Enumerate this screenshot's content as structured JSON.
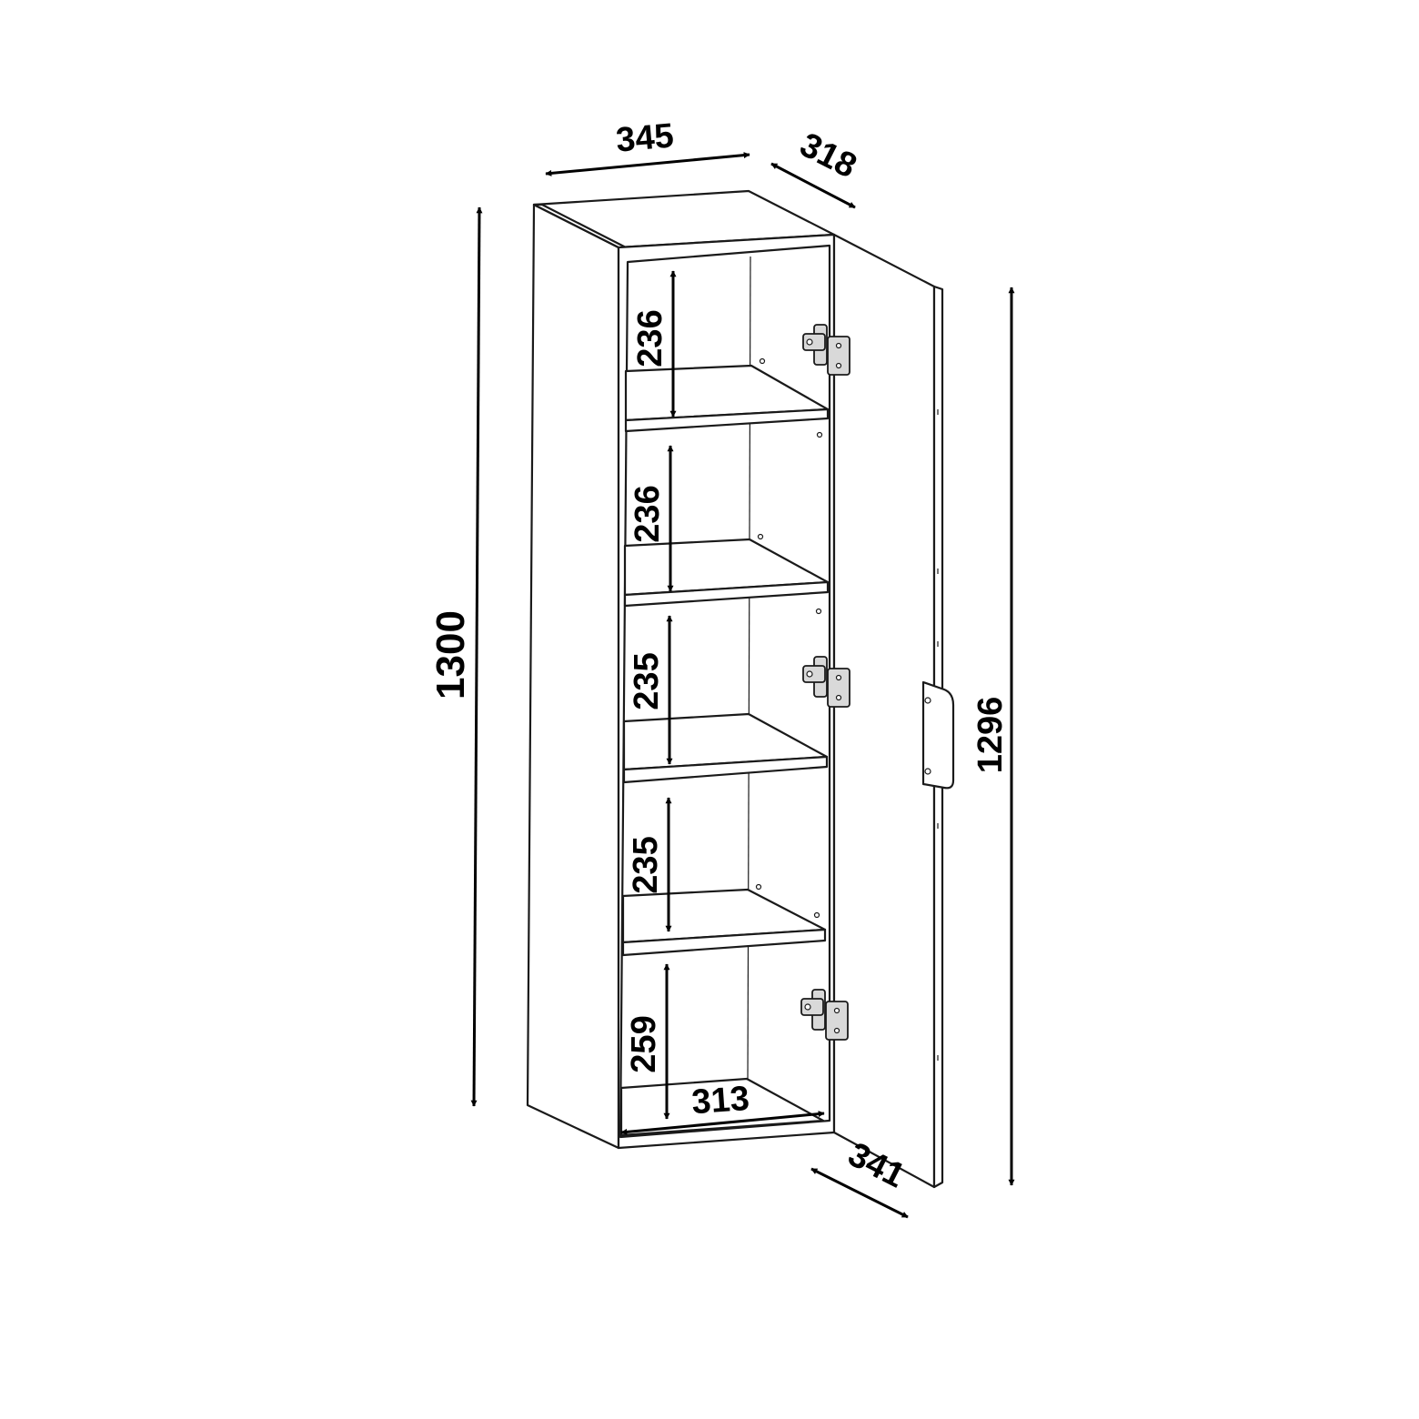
{
  "dimensions": {
    "width": "345",
    "depth_top": "318",
    "height_total": "1300",
    "door_height": "1296",
    "door_depth": "341",
    "inner_width": "313",
    "shelf_1": "236",
    "shelf_2": "236",
    "shelf_3": "235",
    "shelf_4": "235",
    "shelf_5": "259"
  }
}
